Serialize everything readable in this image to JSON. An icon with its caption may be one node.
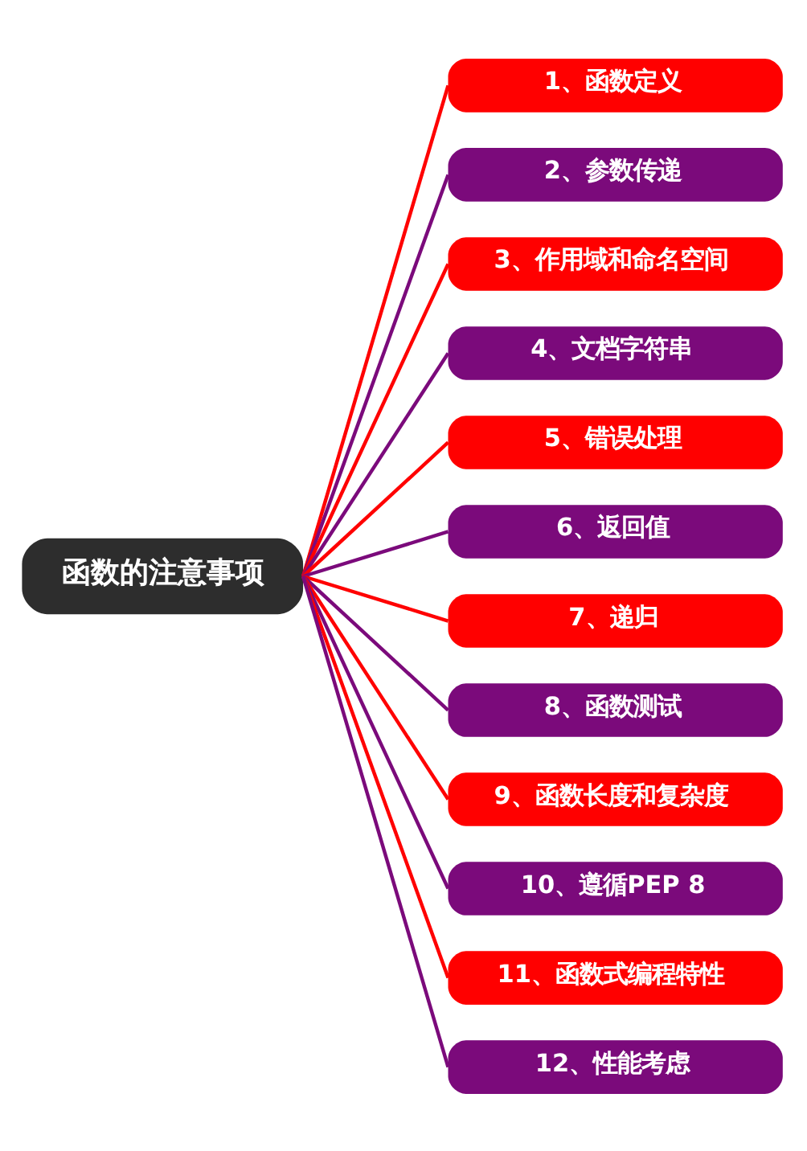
{
  "diagram": {
    "nodes": [
      {
        "text": [
          "函数的注意事项"
        ]
      },
      {
        "text": [
          "1、函数定义"
        ]
      },
      {
        "text": [
          "2、参数传递"
        ]
      },
      {
        "text": [
          "3、作用域和命名空间"
        ]
      },
      {
        "text": [
          "4、文档字符串"
        ]
      },
      {
        "text": [
          "5、错误处理"
        ]
      },
      {
        "text": [
          "6、返回值"
        ]
      },
      {
        "text": [
          "7、递归"
        ]
      },
      {
        "text": [
          "8、函数测试"
        ]
      },
      {
        "text": [
          "9、函数长度和复杂度"
        ]
      },
      {
        "text": [
          "10、遵循PEP 8"
        ]
      },
      {
        "text": [
          "11、函数式编程特性"
        ]
      },
      {
        "text": [
          "12、性能考虑"
        ]
      }
    ],
    "edges": [
      {
        "from": 0,
        "to": 1,
        "arrow": "none",
        "color": "#ff0000"
      },
      {
        "from": 0,
        "to": 2,
        "arrow": "none",
        "color": "#7b0a7b"
      },
      {
        "from": 0,
        "to": 3,
        "arrow": "none",
        "color": "#ff0000"
      },
      {
        "from": 0,
        "to": 4,
        "arrow": "none",
        "color": "#7b0a7b"
      },
      {
        "from": 0,
        "to": 5,
        "arrow": "none",
        "color": "#ff0000"
      },
      {
        "from": 0,
        "to": 6,
        "arrow": "none",
        "color": "#7b0a7b"
      },
      {
        "from": 0,
        "to": 7,
        "arrow": "none",
        "color": "#ff0000"
      },
      {
        "from": 0,
        "to": 8,
        "arrow": "none",
        "color": "#7b0a7b"
      },
      {
        "from": 0,
        "to": 9,
        "arrow": "none",
        "color": "#ff0000"
      },
      {
        "from": 0,
        "to": 10,
        "arrow": "none",
        "color": "#7b0a7b"
      },
      {
        "from": 0,
        "to": 11,
        "arrow": "none",
        "color": "#ff0000"
      },
      {
        "from": 0,
        "to": 12,
        "arrow": "none",
        "color": "#7b0a7b"
      }
    ]
  }
}
